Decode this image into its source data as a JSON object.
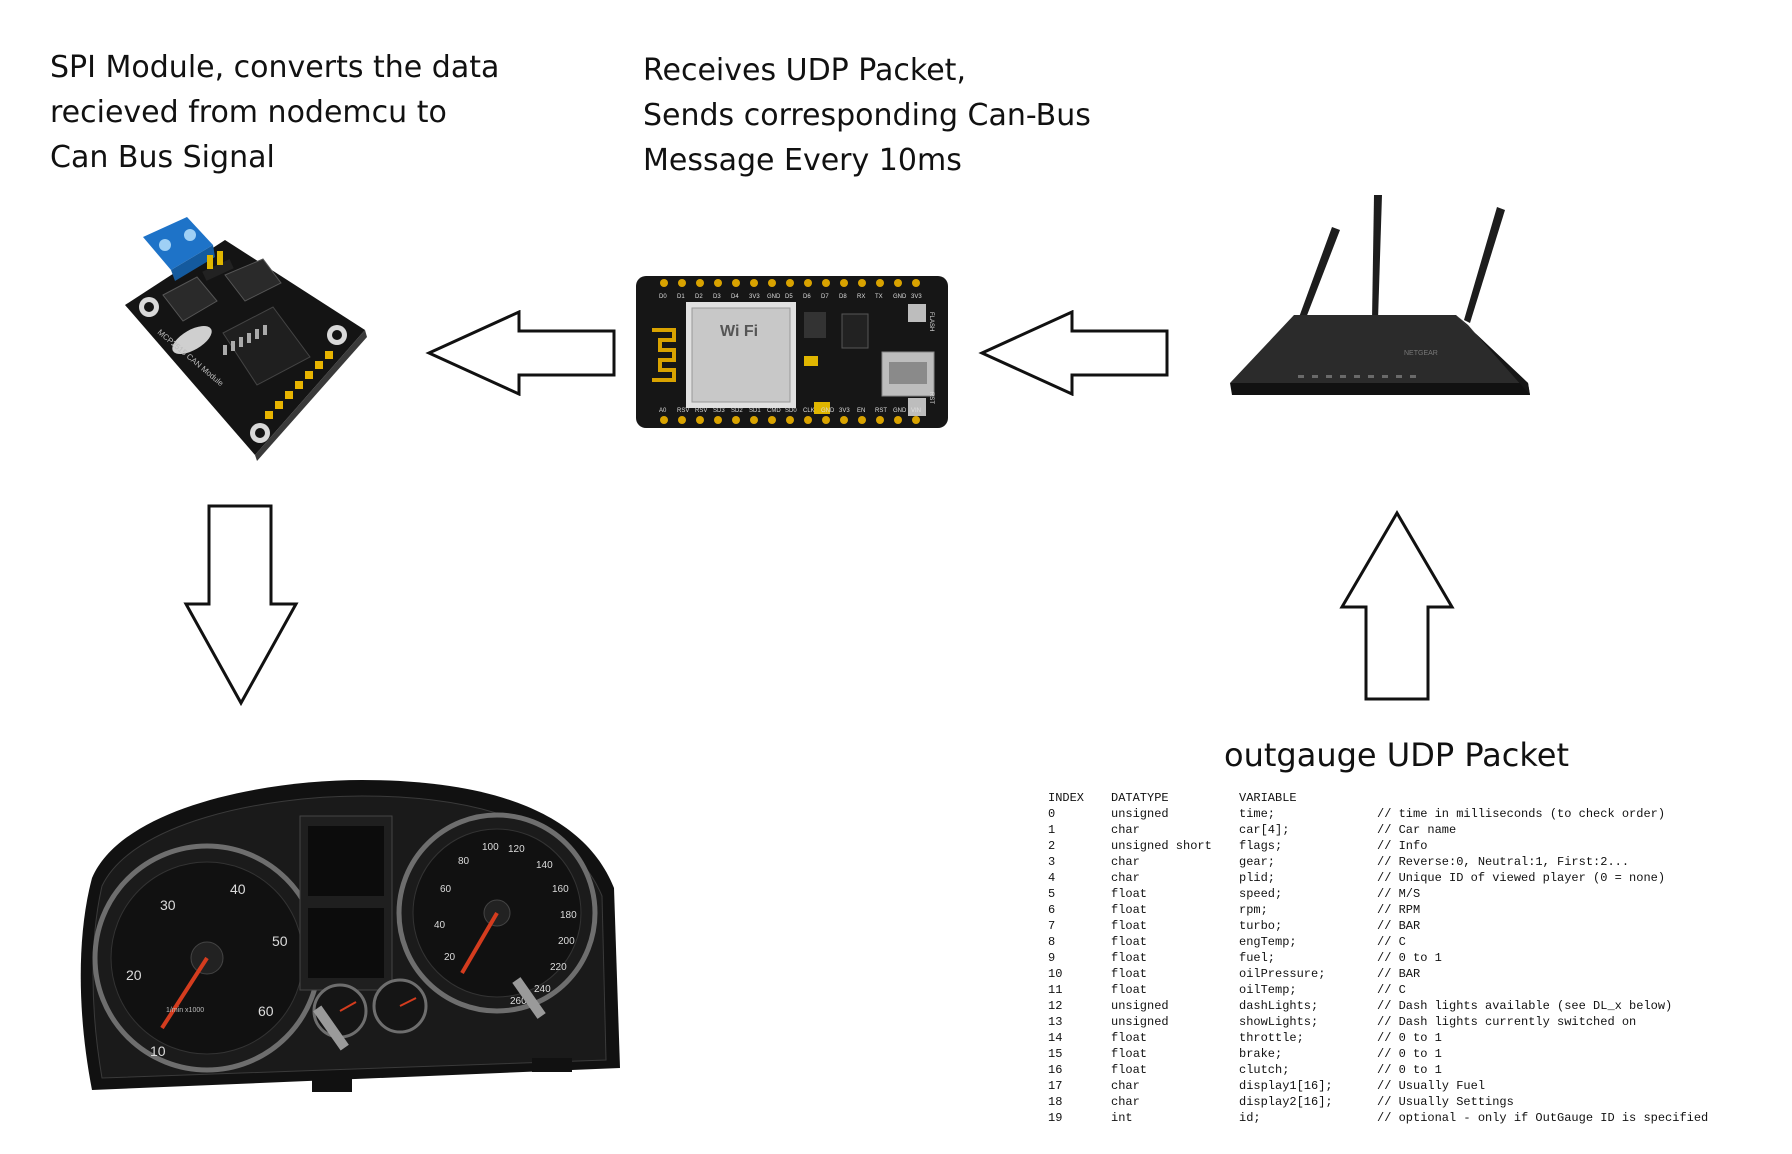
{
  "labels": {
    "spi_module": [
      "SPI Module, converts the data",
      "recieved from nodemcu to",
      "Can Bus Signal"
    ],
    "nodemcu": [
      "Receives UDP Packet,",
      "Sends corresponding Can-Bus",
      "Message Every 10ms"
    ],
    "packet_title": "outgauge UDP Packet"
  },
  "devices": {
    "can_module_text": "MCP2515 CAN Module",
    "nodemcu_pins_top": [
      "D0",
      "D1",
      "D2",
      "D3",
      "D4",
      "3V3",
      "GND",
      "D5",
      "D6",
      "D7",
      "D8",
      "RX",
      "TX",
      "GND",
      "3V3"
    ],
    "nodemcu_pins_bottom": [
      "A0",
      "RSV",
      "RSV",
      "SD3",
      "SD2",
      "SD1",
      "CMD",
      "SD0",
      "CLK",
      "GND",
      "3V3",
      "EN",
      "RST",
      "GND",
      "VIN"
    ],
    "nodemcu_flash": "FLASH",
    "nodemcu_rst": "RST",
    "wifi_logo": "Wi Fi",
    "router_brand": "NETGEAR",
    "gauge_left_ticks": [
      "10",
      "20",
      "30",
      "40",
      "50",
      "60"
    ],
    "gauge_left_unit": "1/min x1000",
    "gauge_right_ticks": [
      "20",
      "40",
      "60",
      "80",
      "100",
      "120",
      "140",
      "160",
      "180",
      "200",
      "220",
      "240",
      "260"
    ]
  },
  "packet_table": {
    "headers": [
      "INDEX",
      "DATATYPE",
      "VARIABLE",
      ""
    ],
    "rows": [
      [
        "0",
        "unsigned",
        "time;",
        "// time in milliseconds (to check order)"
      ],
      [
        "1",
        "char",
        "car[4];",
        "// Car name"
      ],
      [
        "2",
        "unsigned short",
        "flags;",
        "// Info"
      ],
      [
        "3",
        "char",
        "gear;",
        "// Reverse:0, Neutral:1, First:2..."
      ],
      [
        "4",
        "char",
        "plid;",
        "// Unique ID of viewed player (0 = none)"
      ],
      [
        "5",
        "float",
        "speed;",
        "// M/S"
      ],
      [
        "6",
        "float",
        "rpm;",
        "// RPM"
      ],
      [
        "7",
        "float",
        "turbo;",
        "// BAR"
      ],
      [
        "8",
        "float",
        "engTemp;",
        "// C"
      ],
      [
        "9",
        "float",
        "fuel;",
        "// 0 to 1"
      ],
      [
        "10",
        "float",
        "oilPressure;",
        "// BAR"
      ],
      [
        "11",
        "float",
        "oilTemp;",
        "// C"
      ],
      [
        "12",
        "unsigned",
        "dashLights;",
        "// Dash lights available (see DL_x below)"
      ],
      [
        "13",
        "unsigned",
        "showLights;",
        "// Dash lights currently switched on"
      ],
      [
        "14",
        "float",
        "throttle;",
        "// 0 to 1"
      ],
      [
        "15",
        "float",
        "brake;",
        "// 0 to 1"
      ],
      [
        "16",
        "float",
        "clutch;",
        "// 0 to 1"
      ],
      [
        "17",
        "char",
        "display1[16];",
        "// Usually Fuel"
      ],
      [
        "18",
        "char",
        "display2[16];",
        "// Usually Settings"
      ],
      [
        "19",
        "int",
        "id;",
        "// optional - only if OutGauge ID is specified"
      ]
    ]
  }
}
